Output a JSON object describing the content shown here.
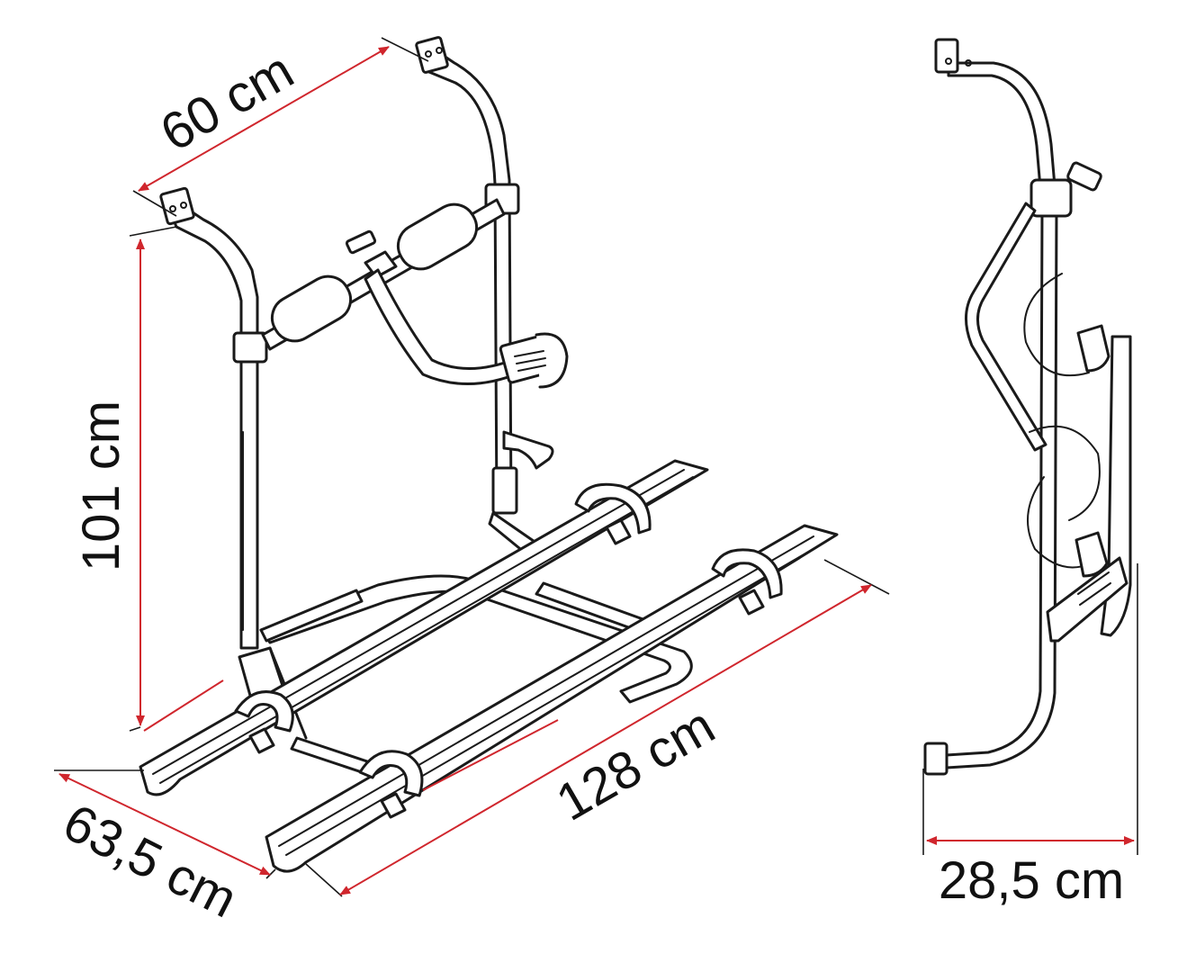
{
  "dimensions": {
    "width_label": "60 cm",
    "height_label": "101 cm",
    "depth_label": "63,5 cm",
    "length_label": "128 cm",
    "side_depth_label": "28,5 cm"
  },
  "colors": {
    "dimension_line": "#d0262d",
    "outline": "#1a1a1a",
    "background": "#ffffff",
    "text": "#111111"
  }
}
